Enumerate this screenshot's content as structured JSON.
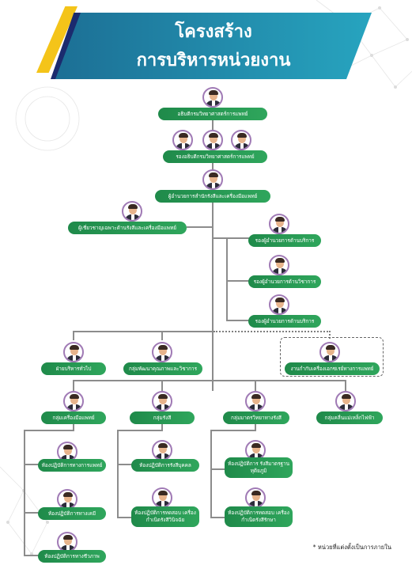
{
  "title": {
    "line1": "โครงสร้าง",
    "line2": "การบริหารหน่วยงาน"
  },
  "colors": {
    "pill_green": "#2a9a55",
    "banner_blue": "#2294b5",
    "banner_navy": "#1b2b6e",
    "banner_yellow": "#f4c419",
    "avatar_ring": "#a07ab5"
  },
  "nodes": {
    "director": "อธิบดีกรมวิทยาศาสตร์การแพทย์",
    "deputy_director": "รองอธิบดีกรมวิทยาศาสตร์การแพทย์",
    "bureau_director": "ผู้อำนวยการสำนักรังสีและเครื่องมือแพทย์",
    "expert": "ผู้เชี่ยวชาญเฉพาะด้านรังสีและเครื่องมือแพทย์",
    "deputy_service": "รองผู้อำนวยการด้านบริการ",
    "deputy_academic": "รองผู้อำนวยการด้านวิชาการ",
    "deputy_service2": "รองผู้อำนวยการด้านบริการ",
    "general_admin": "ฝ่ายบริหารทั่วไป",
    "quality_dev": "กลุ่มพัฒนาคุณภาพและวิชาการ",
    "sci_docs": "งานกำกับเครื่องเอกซเรย์ทางการแพทย์",
    "group_medical_devices": "กลุ่มเครื่องมือแพทย์",
    "group_radiation": "กลุ่มรังสี",
    "group_radiation_science": "กลุ่มมาตรวิทยาทางรังสี",
    "group_mri": "กลุ่มคลื่นแม่เหล็กไฟฟ้า",
    "lab_medical_eng": "ห้องปฏิบัติการทางการแพทย์",
    "lab_physics": "ห้องปฏิบัติการทางเคมี",
    "lab_biomed": "ห้องปฏิบัติการทางชีวภาพ",
    "lab_radiation_person": "ห้องปฏิบัติการรังสีบุคคล",
    "lab_radiation_test": "ห้องปฏิบัติการทดสอบ เครื่องกำเนิดรังสีวินิจฉัย",
    "lab_radiation_standard": "ห้องปฏิบัติการ รังสีมาตรฐานทุติยภูมิ",
    "lab_radiation_therapy": "ห้องปฏิบัติการทดสอบ เครื่องกำเนิดรังสีรักษา"
  },
  "footnote": "* หน่วยที่แต่งตั้งเป็นการภายใน"
}
